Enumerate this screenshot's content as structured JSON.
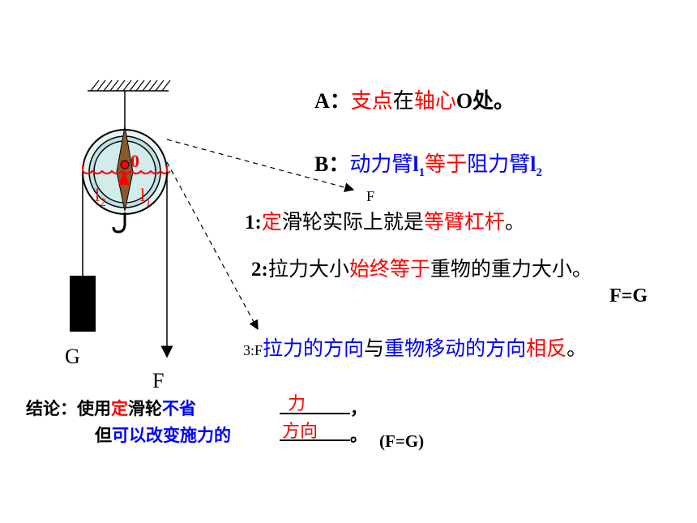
{
  "diagram": {
    "pivot_label": "0",
    "arm_left_label": "l",
    "arm_left_sub": "2",
    "arm_right_label": "l",
    "arm_right_sub": "1",
    "weight_label": "G",
    "force_label": "F",
    "arrow1_force": "F",
    "arrow3_force": "F"
  },
  "points": {
    "A": {
      "prefix": "A：",
      "red1": "支点",
      "mid": "在",
      "red2": "轴心",
      "tail": "O处。"
    },
    "B": {
      "prefix": "B：",
      "blue1": "动力臂",
      "sym1": "l",
      "sub1": "1",
      "red": "等于",
      "blue2": "阻力臂",
      "sym2": "l",
      "sub2": "2"
    },
    "s1": {
      "num": "1:",
      "red1": "定",
      "mid": "滑轮实际上就是",
      "red2": "等臂杠杆",
      "tail": "。"
    },
    "s2": {
      "num": "2:",
      "mid1": "拉力大小",
      "red": "始终等于",
      "tail": "重物的重力大小。"
    },
    "eq": "F=G",
    "s3": {
      "num": "3:",
      "blue1": "拉力的方向",
      "mid": "与",
      "blue2": "重物移动的方向",
      "red": "相反",
      "tail": "。"
    }
  },
  "conclusion": {
    "label": "结论：使用",
    "red": "定",
    "mid": "滑轮",
    "blue1": "不省",
    "blank1": "力",
    "comma": "，",
    "line2_start": "但",
    "blue2": "可以改变施力的",
    "blank2": "方向",
    "end": "。",
    "eq": "(F=G)"
  },
  "colors": {
    "red": "#ff0000",
    "blue": "#0000ff",
    "pulley_fill": "#bfe0e0",
    "black": "#000000"
  }
}
